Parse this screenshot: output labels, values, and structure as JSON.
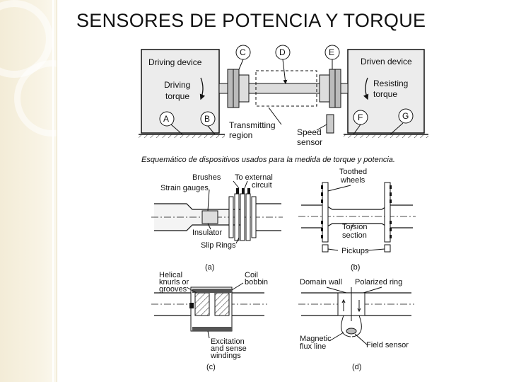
{
  "slide": {
    "title": "SENSORES DE POTENCIA Y TORQUE",
    "caption": "Esquemático de dispositivos usados para la medida de torque y potencia."
  },
  "top_diagram": {
    "driving_device": "Driving device",
    "driven_device": "Driven device",
    "driving_torque_1": "Driving",
    "driving_torque_2": "torque",
    "resisting_torque_1": "Resisting",
    "resisting_torque_2": "torque",
    "transmitting_1": "Transmitting",
    "transmitting_2": "region",
    "speed_1": "Speed",
    "speed_2": "sensor",
    "letters": {
      "a": "A",
      "b": "B",
      "c": "C",
      "d": "D",
      "e": "E",
      "f": "F",
      "g": "G"
    }
  },
  "diagram_a": {
    "brushes": "Brushes",
    "to_external_1": "To external",
    "to_external_2": "circuit",
    "strain_gauges": "Strain gauges",
    "insulator": "Insulator",
    "slip_rings": "Slip Rings",
    "label": "(a)"
  },
  "diagram_b": {
    "toothed_1": "Toothed",
    "toothed_2": "wheels",
    "torsion_1": "Torsion",
    "torsion_2": "section",
    "pickups": "Pickups",
    "label": "(b)"
  },
  "diagram_c": {
    "helical_1": "Helical",
    "helical_2": "knurls or",
    "helical_3": "grooves",
    "coil_1": "Coil",
    "coil_2": "bobbin",
    "excitation_1": "Excitation",
    "excitation_2": "and sense",
    "excitation_3": "windings",
    "label": "(c)"
  },
  "diagram_d": {
    "domain_wall": "Domain wall",
    "polarized_ring": "Polarized ring",
    "magnetic_1": "Magnetic",
    "magnetic_2": "flux line",
    "field_sensor": "Field sensor",
    "label": "(d)"
  }
}
